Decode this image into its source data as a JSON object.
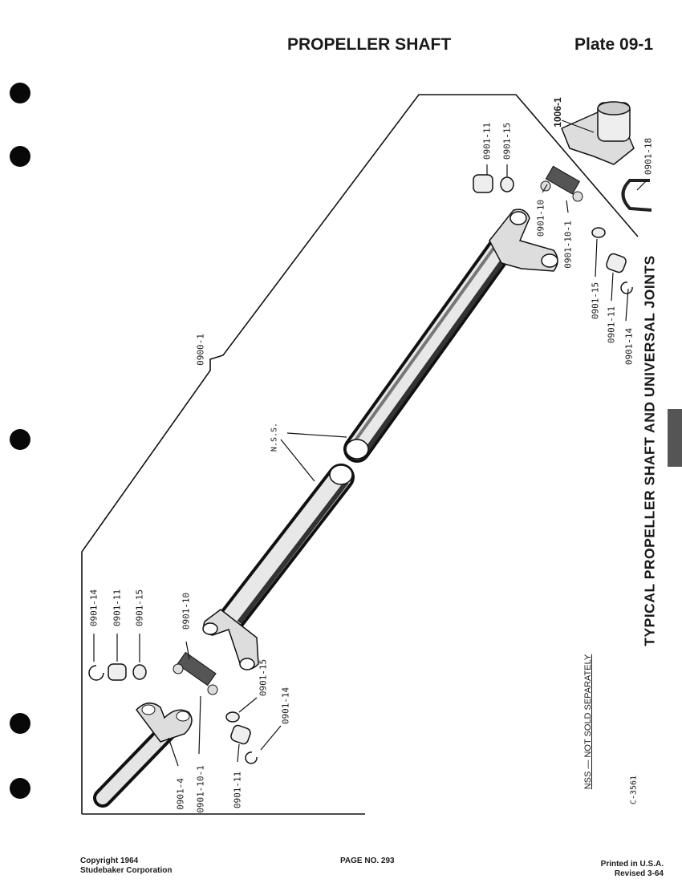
{
  "header": {
    "title": "PROPELLER SHAFT",
    "plate": "Plate 09-1"
  },
  "side_title": "TYPICAL PROPELLER SHAFT AND UNIVERSAL JOINTS",
  "labels": {
    "upper_0901_11": "0901-11",
    "upper_0901_15": "0901-15",
    "flange": "1006-1",
    "u_bolt": "0901-18",
    "upper_0901_10": "0901-10",
    "upper_0901_10_1": "0901-10-1",
    "right_0901_15": "0901-15",
    "right_0901_11": "0901-11",
    "right_0901_14": "0901-14",
    "assembly": "0900-1",
    "nss": "N.S.S.",
    "left_0901_14": "0901-14",
    "left_0901_11": "0901-11",
    "left_0901_15": "0901-15",
    "left_0901_10": "0901-10",
    "mid_0901_15": "0901-15",
    "mid_0901_14": "0901-14",
    "yoke": "0901-4",
    "left_0901_10_1": "0901-10-1",
    "bottom_0901_11": "0901-11"
  },
  "note": "NSS — NOT SOLD SEPARATELY",
  "figure_code": "C-3561",
  "footer": {
    "copyright_line1": "Copyright 1964",
    "copyright_line2": "Studebaker Corporation",
    "page": "PAGE NO. 293",
    "printed_line1": "Printed in U.S.A.",
    "printed_line2": "Revised 3-64"
  }
}
